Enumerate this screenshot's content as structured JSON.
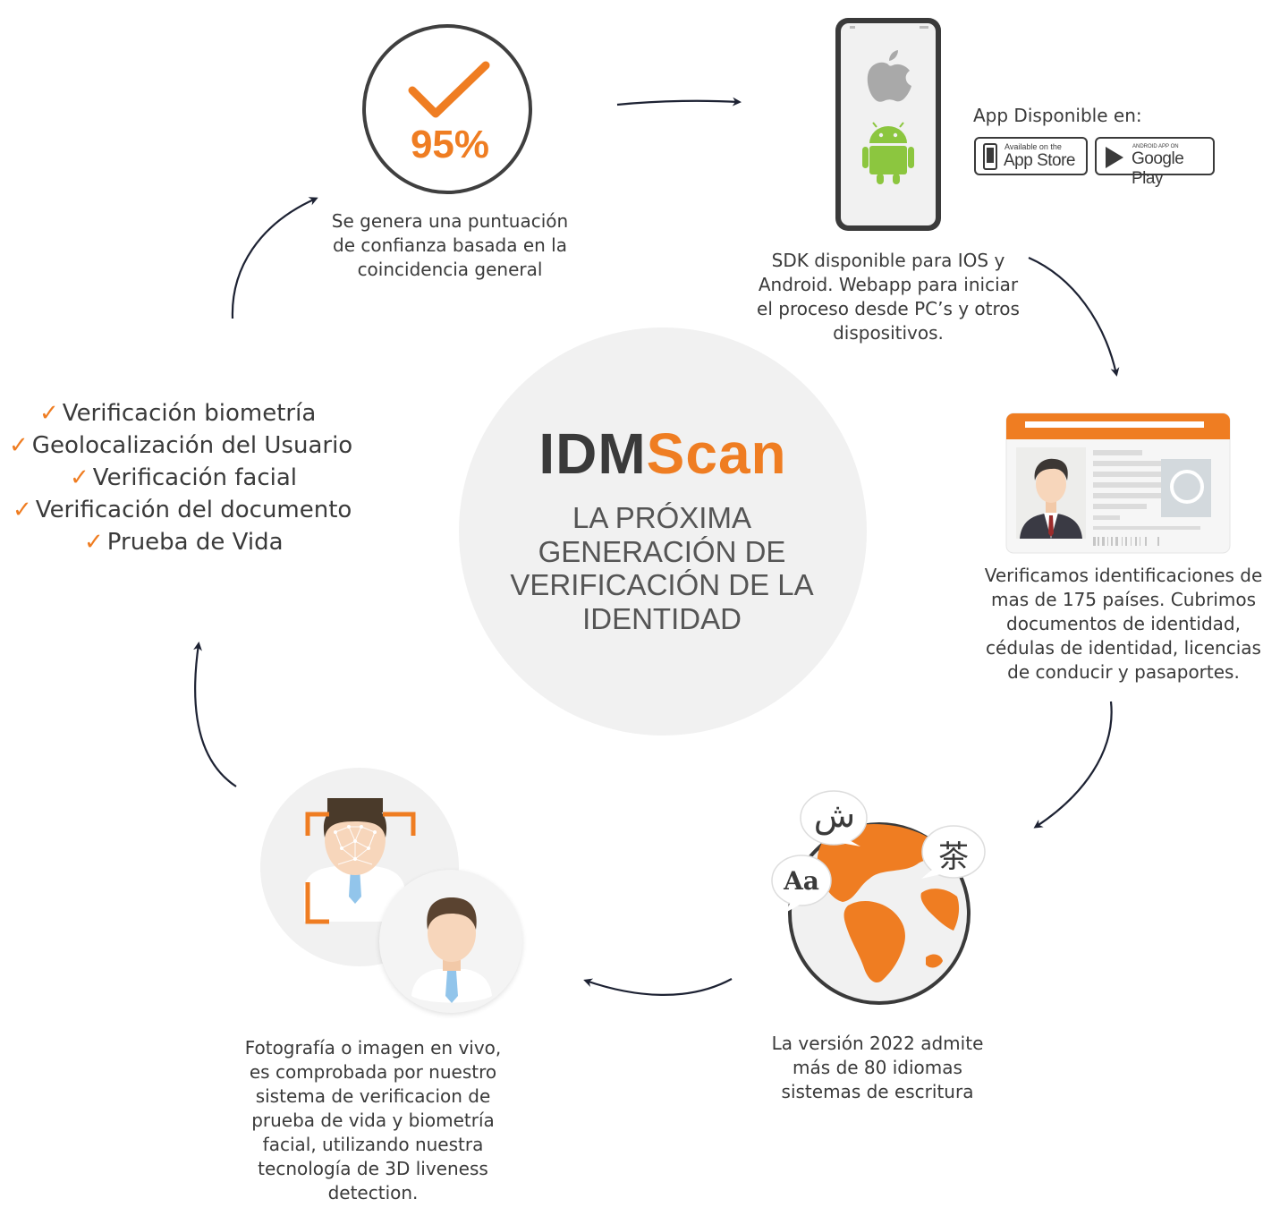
{
  "brand": {
    "part1": "IDM",
    "part2": "Scan"
  },
  "tagline": "LA PRÓXIMA GENERACIÓN DE VERIFICACIÓN DE LA IDENTIDAD",
  "score": {
    "value": "95%",
    "caption": "Se genera una puntuación de confianza basada en la coincidencia general"
  },
  "sdk": {
    "caption": "SDK disponible para IOS y Android. Webapp para iniciar el proceso desde PC’s y otros dispositivos."
  },
  "stores": {
    "heading": "App Disponible en:",
    "appstore_small": "Available on the",
    "appstore_big": "App Store",
    "googleplay_small": "ANDROID APP ON",
    "googleplay_big": "Google Play"
  },
  "idcard": {
    "caption": "Verificamos identificaciones de mas de 175 países. Cubrimos documentos de identidad, cédulas de identidad, licencias de conducir y pasaportes."
  },
  "languages": {
    "caption": "La versión 2022 admite más de 80 idiomas sistemas de escritura",
    "glyph_arabic": "ش",
    "glyph_latin": "Aa",
    "glyph_chinese": "茶"
  },
  "liveness": {
    "caption": "Fotografía o imagen en vivo, es comprobada por nuestro sistema de verificacion de prueba de vida y biometría facial, utilizando nuestra tecnología de 3D liveness detection."
  },
  "checklist": {
    "tick": "✓",
    "items": [
      "Verificación biometría",
      "Geolocalización del Usuario",
      "Verificación facial",
      "Verificación del documento",
      "Prueba de Vida"
    ]
  },
  "colors": {
    "accent": "#ef7d22",
    "dark": "#3a3a3a",
    "light_gray": "#f1f1f1",
    "android_green": "#8cc63f",
    "arrow": "#1d2233"
  },
  "icons": [
    "checkmark-icon",
    "apple-icon",
    "android-icon",
    "id-card-icon",
    "globe-icon",
    "face-scan-icon",
    "person-icon",
    "arrow-icon"
  ]
}
